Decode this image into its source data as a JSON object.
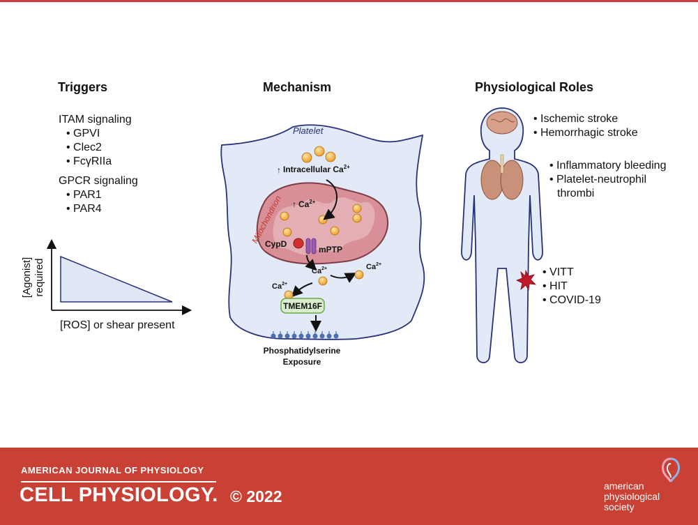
{
  "headings": {
    "triggers": "Triggers",
    "mechanism": "Mechanism",
    "roles": "Physiological Roles"
  },
  "triggers": {
    "itam_title": "ITAM signaling",
    "itam_items": [
      "GPVI",
      "Clec2",
      "FcγRIIa"
    ],
    "gpcr_title": "GPCR signaling",
    "gpcr_items": [
      "PAR1",
      "PAR4"
    ],
    "graph_ylabel_line1": "[Agonist]",
    "graph_ylabel_line2": "required",
    "graph_xlabel": "[ROS] or shear present"
  },
  "mechanism": {
    "platelet_label": "Platelet",
    "mitochondrion_label": "Mitochondrion",
    "intracellular": "Intracellular Ca",
    "intracellular_sup": "2+",
    "mito_ca": "Ca",
    "mito_ca_sup": "2+",
    "cypd": "CypD",
    "mptp": "mPTP",
    "ca_released": "Ca",
    "ca_released_sup": "2+",
    "ca_right": "Ca",
    "ca_right_sup": "2+",
    "ca_left": "Ca",
    "ca_left_sup": "2+",
    "tmem": "TMEM16F",
    "ps_line1": "Phosphatidylserine",
    "ps_line2": "Exposure"
  },
  "roles": {
    "head": [
      "Ischemic stroke",
      "Hemorrhagic stroke"
    ],
    "lungs": [
      "Inflammatory bleeding",
      "Platelet-neutrophil"
    ],
    "lungs_cont": "thrombi",
    "leg": [
      "VITT",
      "HIT",
      "COVID-19"
    ]
  },
  "footer": {
    "journal": "AMERICAN JOURNAL OF PHYSIOLOGY",
    "cell": "CELL PHYSIOLOGY.",
    "year": "© 2022",
    "society_line1": "american",
    "society_line2": "physiological",
    "society_line3": "society"
  },
  "colors": {
    "accent_red": "#c94035",
    "platelet_fill": "#e3eaf7",
    "outline_blue": "#27317a",
    "mito_fill": "#d88f97",
    "calcium": "#f2b43b",
    "tmem_fill": "#d9eccc"
  }
}
